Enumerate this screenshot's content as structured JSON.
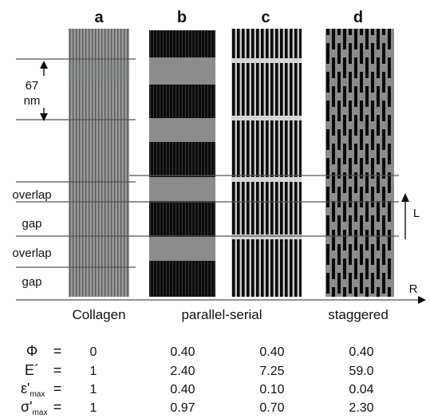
{
  "panels": [
    "a",
    "b",
    "c",
    "d"
  ],
  "scale_label": {
    "line1": "67",
    "line2": "nm"
  },
  "region_labels": [
    "overlap",
    "gap",
    "overlap",
    "gap"
  ],
  "axis_labels": {
    "vertical": "L",
    "horizontal": "R"
  },
  "group_labels": [
    "Collagen",
    "parallel-serial",
    "staggered"
  ],
  "table": {
    "rows": [
      {
        "symbol": "Φ",
        "sub": "",
        "eq": "=",
        "values": [
          "0",
          "0.40",
          "0.40",
          "0.40"
        ]
      },
      {
        "symbol": "E´",
        "sub": "",
        "eq": "=",
        "values": [
          "1",
          "2.40",
          "7.25",
          "59.0"
        ]
      },
      {
        "symbol": "ε'",
        "sub": "max",
        "eq": "=",
        "values": [
          "1",
          "0.40",
          "0.10",
          "0.04"
        ]
      },
      {
        "symbol": "σ'",
        "sub": "max",
        "eq": "=",
        "values": [
          "1",
          "0.97",
          "0.70",
          "2.30"
        ]
      }
    ]
  },
  "colors": {
    "black": "#0a0a0a",
    "gray": "#8c8c8c",
    "light": "#bdbdbd",
    "line": "#555555"
  }
}
